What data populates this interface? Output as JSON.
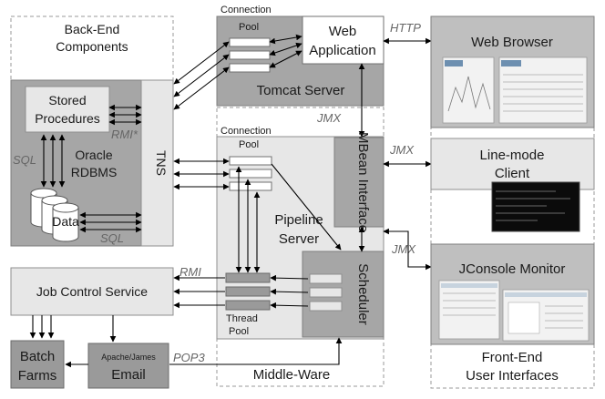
{
  "backend": {
    "title_line1": "Back-End",
    "title_line2": "Components",
    "stored_procedures_line1": "Stored",
    "stored_procedures_line2": "Procedures",
    "oracle_line1": "Oracle",
    "oracle_line2": "RDBMS",
    "data_label": "Data",
    "tns_label": "TNS",
    "sql_label_left": "SQL",
    "sql_label_bottom": "SQL",
    "rmi_star_label": "RMI*"
  },
  "job_control": {
    "label": "Job Control Service",
    "rmi_label": "RMI"
  },
  "batch_farms": {
    "line1": "Batch",
    "line2": "Farms"
  },
  "email": {
    "line1": "Apache/James",
    "line2": "Email",
    "pop3_label": "POP3"
  },
  "tomcat": {
    "connection_label": "Connection",
    "pool_label": "Pool",
    "web_app_line1": "Web",
    "web_app_line2": "Application",
    "server_label": "Tomcat Server",
    "http_label": "HTTP"
  },
  "middleware": {
    "jmx_label": "JMX",
    "connection_label": "Connection",
    "pool_label": "Pool",
    "mbean_label": "MBean Interface",
    "pipeline_line1": "Pipeline",
    "pipeline_line2": "Server",
    "scheduler_label": "Scheduler",
    "thread_line1": "Thread",
    "thread_line2": "Pool",
    "footer_label": "Middle-Ware",
    "jmx_label_upper": "JMX",
    "jmx_label_lower": "JMX"
  },
  "frontend": {
    "web_browser_label": "Web Browser",
    "line_mode_line1": "Line-mode",
    "line_mode_line2": "Client",
    "jconsole_label": "JConsole Monitor",
    "footer_line1": "Front-End",
    "footer_line2": "User Interfaces"
  }
}
